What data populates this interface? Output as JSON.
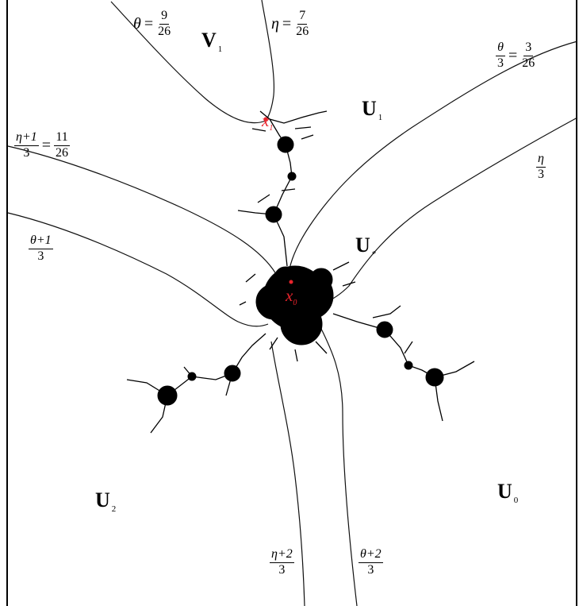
{
  "colors": {
    "curve": "#111111",
    "fractal": "#000000",
    "point": "#e8242c",
    "frame": "#000000"
  },
  "regions": [
    {
      "id": "V1",
      "letter": "V",
      "sub": "1"
    },
    {
      "id": "U1",
      "letter": "U",
      "sub": "1"
    },
    {
      "id": "Ustar",
      "letter": "U",
      "sub": "*"
    },
    {
      "id": "U2",
      "letter": "U",
      "sub": "2"
    },
    {
      "id": "U0",
      "letter": "U",
      "sub": "0"
    }
  ],
  "points": [
    {
      "id": "x1",
      "letter": "x",
      "sub": "1"
    },
    {
      "id": "x0",
      "letter": "x",
      "sub": "0"
    }
  ],
  "ray_labels": {
    "theta_9_26": {
      "lhs": "θ",
      "rel": "=",
      "num": "9",
      "den": "26"
    },
    "eta_7_26": {
      "lhs": "η",
      "rel": "=",
      "num": "7",
      "den": "26"
    },
    "theta3_3_26": {
      "frac_num": "θ",
      "frac_den": "3",
      "rel": "=",
      "num": "3",
      "den": "26"
    },
    "eta1_11_26": {
      "frac_num": "η+1",
      "frac_den": "3",
      "rel": "=",
      "num": "11",
      "den": "26"
    },
    "eta_over_3": {
      "num": "η",
      "den": "3"
    },
    "theta1_over_3": {
      "num": "θ+1",
      "den": "3"
    },
    "eta2_over_3": {
      "num": "η+2",
      "den": "3"
    },
    "theta2_over_3": {
      "num": "θ+2",
      "den": "3"
    }
  }
}
